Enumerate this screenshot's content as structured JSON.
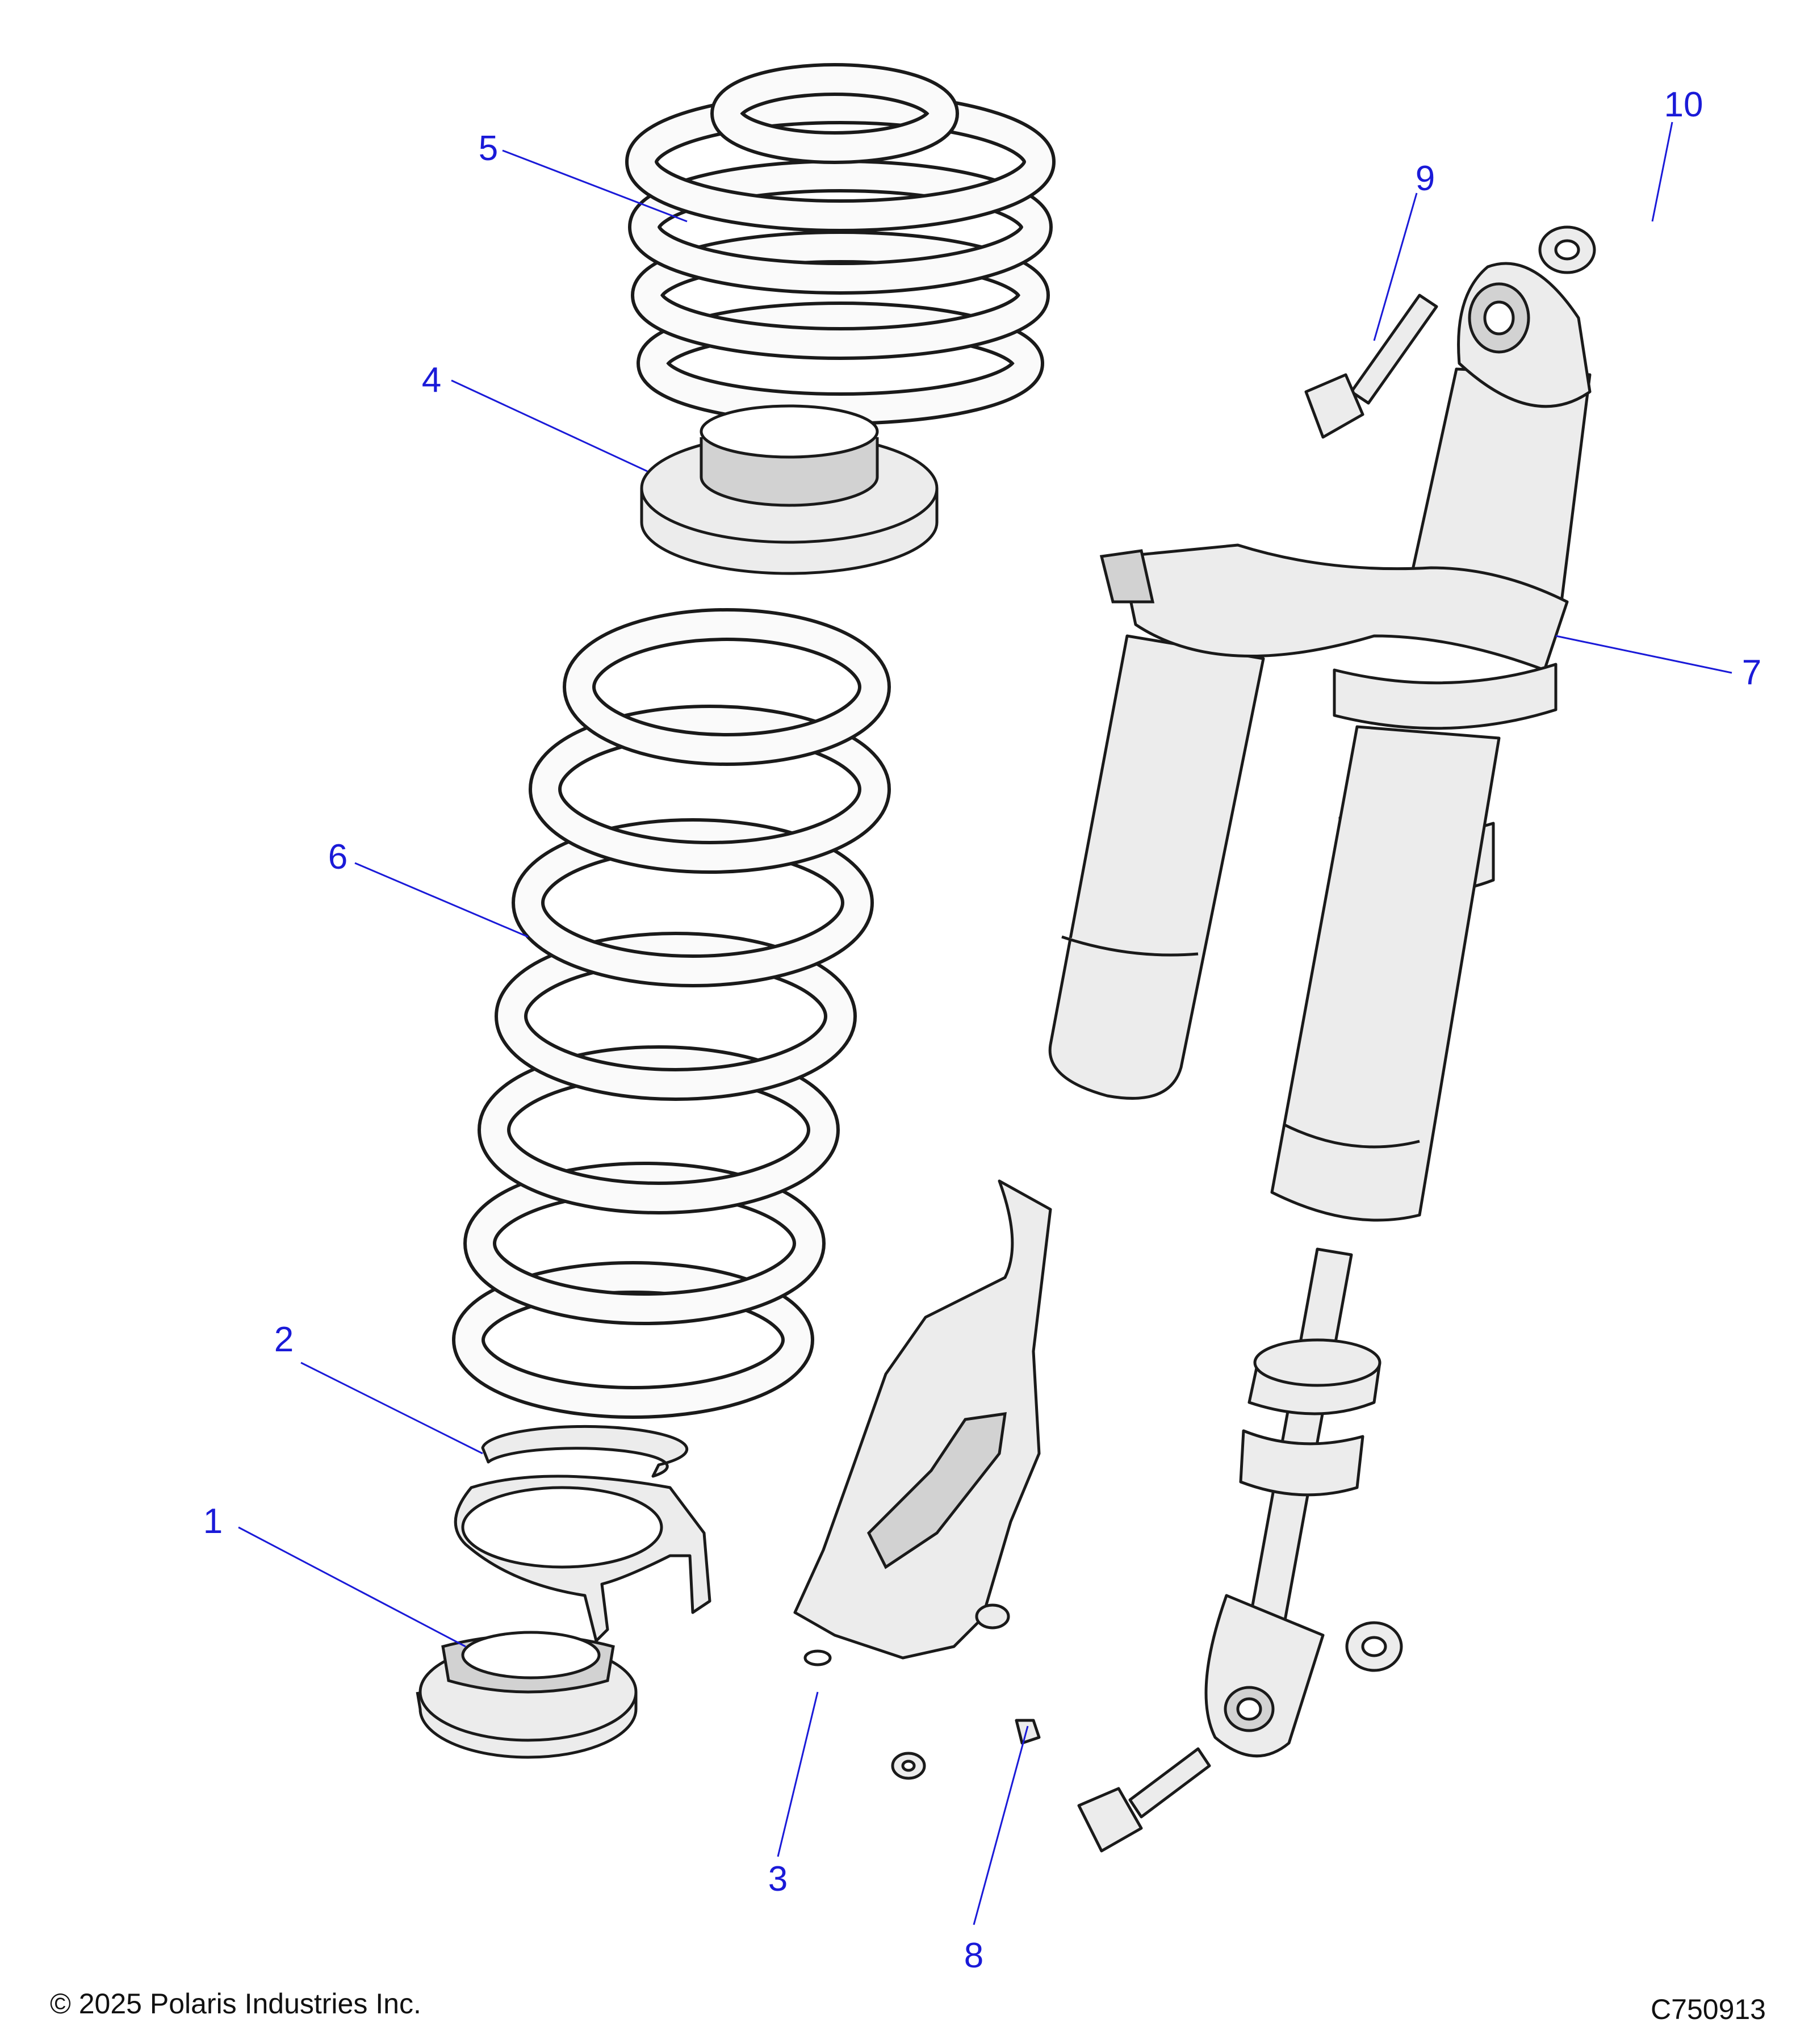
{
  "diagram": {
    "callouts": [
      {
        "id": "1",
        "label": "1"
      },
      {
        "id": "2",
        "label": "2"
      },
      {
        "id": "3",
        "label": "3"
      },
      {
        "id": "4",
        "label": "4"
      },
      {
        "id": "5",
        "label": "5"
      },
      {
        "id": "6",
        "label": "6"
      },
      {
        "id": "7",
        "label": "7"
      },
      {
        "id": "8",
        "label": "8"
      },
      {
        "id": "9",
        "label": "9"
      },
      {
        "id": "10",
        "label": "10"
      }
    ],
    "callout_color": "#1a1ad8",
    "line_color": "#1a1a1a"
  },
  "footer": {
    "copyright": "© 2025 Polaris Industries Inc.",
    "drawing_number": "C750913"
  }
}
